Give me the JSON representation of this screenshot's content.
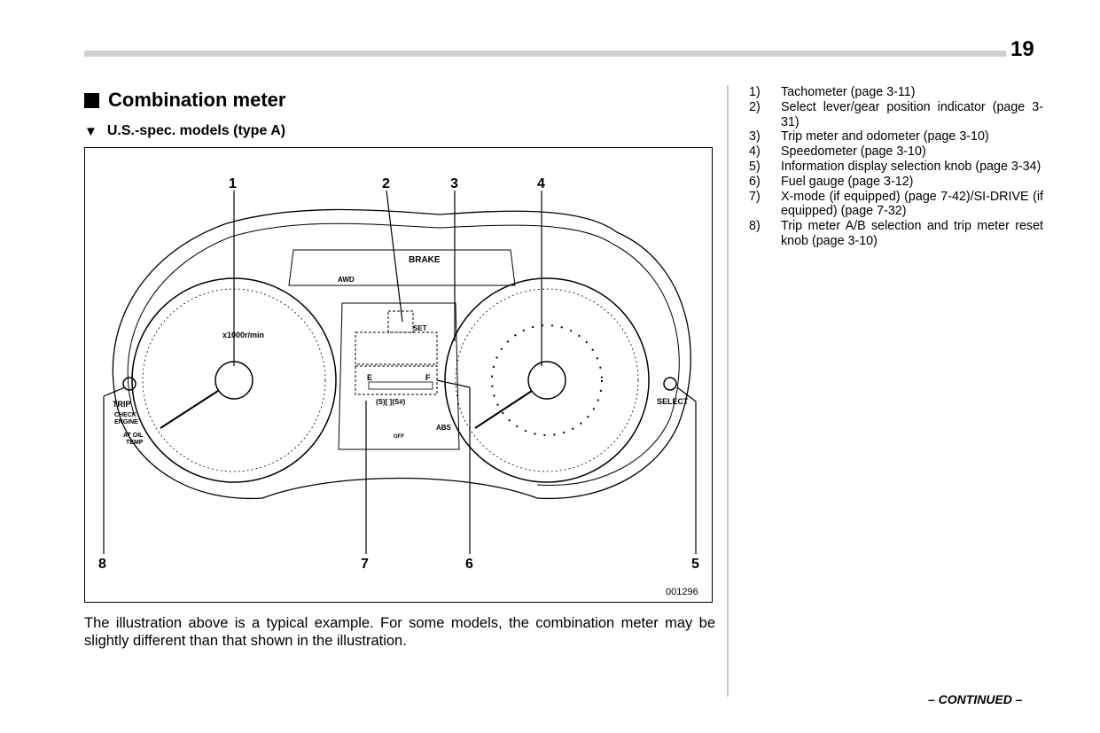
{
  "page_number": "19",
  "section_title": "Combination meter",
  "subsection_title": "U.S.-spec. models (type A)",
  "figure": {
    "callouts": [
      "1",
      "2",
      "3",
      "4",
      "5",
      "6",
      "7",
      "8"
    ],
    "code": "001296",
    "tach_unit": "x1000r/min",
    "warning_labels": {
      "brake": "BRAKE",
      "awd": "AWD",
      "abs": "ABS",
      "trip": "TRIP",
      "check_engine": [
        "CHECK",
        "ENGINE"
      ],
      "at_oil_temp": [
        "AT OIL",
        "TEMP"
      ],
      "select": "SELECT",
      "off": "OFF",
      "set": "SET",
      "fuel_empty": "E",
      "fuel_full": "F",
      "gear": "(S)[ ](S#)"
    }
  },
  "caption": "The illustration above is a typical example. For some models, the combination meter may be slightly different than that shown in the illustration.",
  "legend": [
    {
      "num": "1)",
      "text": "Tachometer (page 3-11)"
    },
    {
      "num": "2)",
      "text": "Select lever/gear position indicator (page 3-31)"
    },
    {
      "num": "3)",
      "text": "Trip meter and odometer (page 3-10)"
    },
    {
      "num": "4)",
      "text": "Speedometer (page 3-10)"
    },
    {
      "num": "5)",
      "text": "Information display selection knob (page 3-34)"
    },
    {
      "num": "6)",
      "text": "Fuel gauge (page 3-12)"
    },
    {
      "num": "7)",
      "text": "X-mode (if equipped) (page 7-42)/SI-DRIVE (if equipped) (page 7-32)"
    },
    {
      "num": "8)",
      "text": "Trip meter A/B selection and trip meter reset knob (page 3-10)"
    }
  ],
  "continued": "– CONTINUED –"
}
